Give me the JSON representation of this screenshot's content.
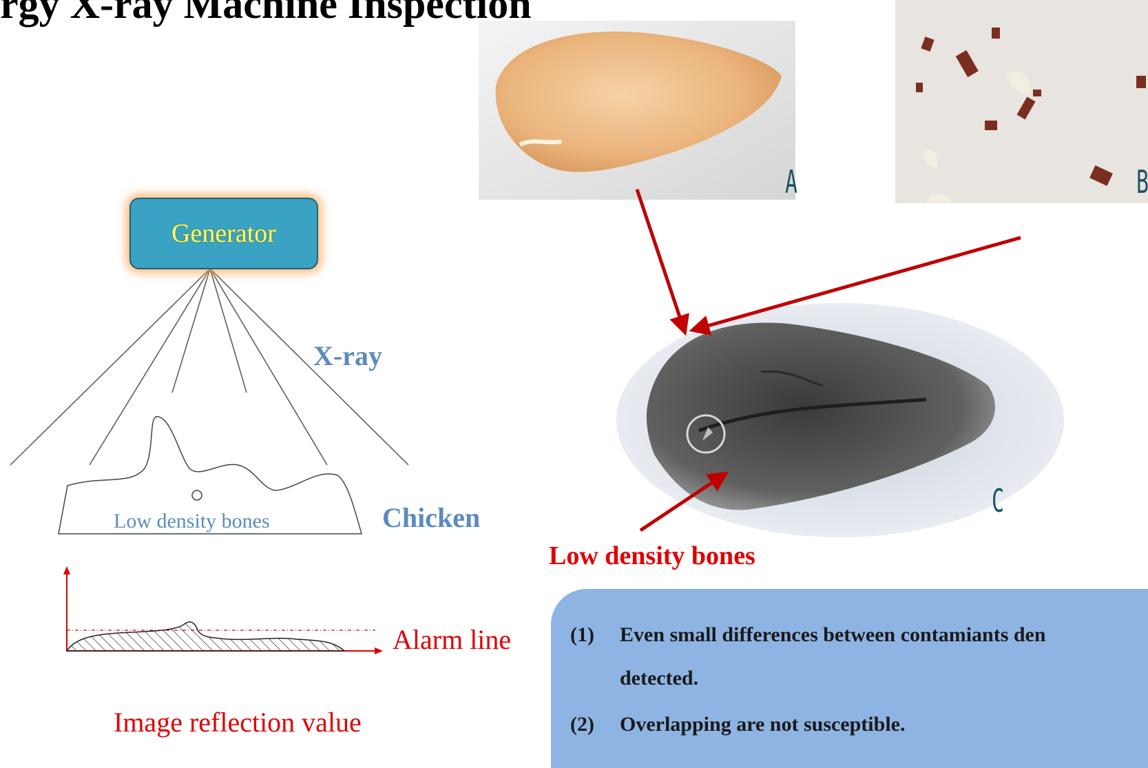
{
  "title": "rgy X-ray Machine Inspection",
  "diagram": {
    "generator_label": "Generator",
    "xray_label": "X-ray",
    "chicken_label": "Chicken",
    "bones_inline_label": "Low density bones",
    "alarm_line_label": "Alarm line",
    "image_value_label": "Image reflection value"
  },
  "photos": {
    "label_a": "A",
    "label_b": "B",
    "label_c": "C",
    "bones_callout": "Low density bones"
  },
  "info": {
    "item1_num": "(1)",
    "item1_text": "Even small differences between contamiants den",
    "item1_cont": "detected.",
    "item2_num": "(2)",
    "item2_text": "Overlapping are not susceptible."
  },
  "colors": {
    "accent_red": "#c00000",
    "label_blue": "#5b8bbd",
    "box_blue": "#8eb4e3"
  }
}
